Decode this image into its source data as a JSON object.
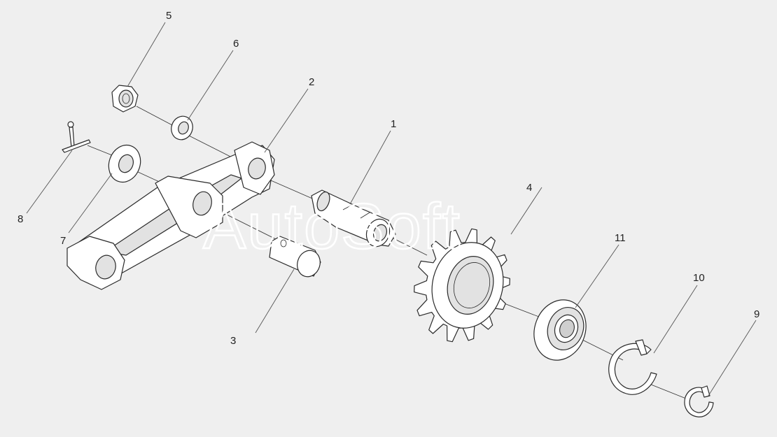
{
  "watermark": {
    "text": "AutoSoft"
  },
  "callouts": [
    {
      "id": "1",
      "label": "1"
    },
    {
      "id": "2",
      "label": "2"
    },
    {
      "id": "3",
      "label": "3"
    },
    {
      "id": "4",
      "label": "4"
    },
    {
      "id": "5",
      "label": "5"
    },
    {
      "id": "6",
      "label": "6"
    },
    {
      "id": "7",
      "label": "7"
    },
    {
      "id": "8",
      "label": "8"
    },
    {
      "id": "9",
      "label": "9"
    },
    {
      "id": "10",
      "label": "10"
    },
    {
      "id": "11",
      "label": "11"
    }
  ],
  "colors": {
    "background": "#efefef",
    "line": "#2a2a2a",
    "watermark": "#ffffff"
  }
}
